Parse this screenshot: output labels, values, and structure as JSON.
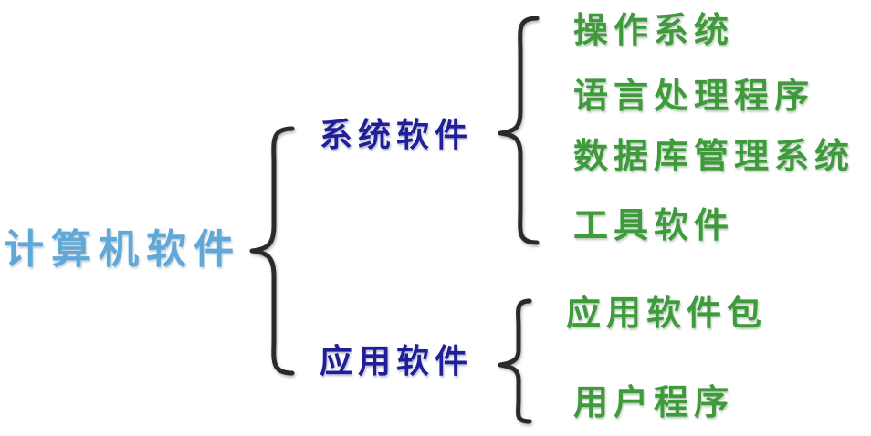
{
  "root": "计算机软件",
  "branches": [
    {
      "label": "系统软件",
      "leaves": [
        "操作系统",
        "语言处理程序",
        "数据库管理系统",
        "工具软件"
      ]
    },
    {
      "label": "应用软件",
      "leaves": [
        "应用软件包",
        "用户程序"
      ]
    }
  ],
  "colors": {
    "root": "#5fa8d8",
    "branch": "#1f1f9a",
    "leaf": "#3f9a3c",
    "brace": "#2a2a2a"
  }
}
